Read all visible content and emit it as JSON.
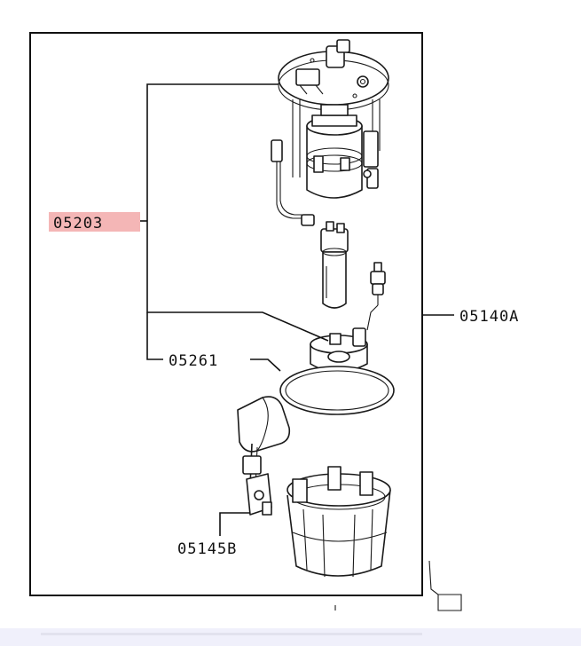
{
  "callouts": {
    "assembly_main": "05203",
    "unit_total": "05140A",
    "seal": "05261",
    "gauge_unit": "05145B"
  },
  "colors": {
    "highlight": "#f4b6b6",
    "line": "#111111",
    "footer": "#f0f0fb"
  }
}
